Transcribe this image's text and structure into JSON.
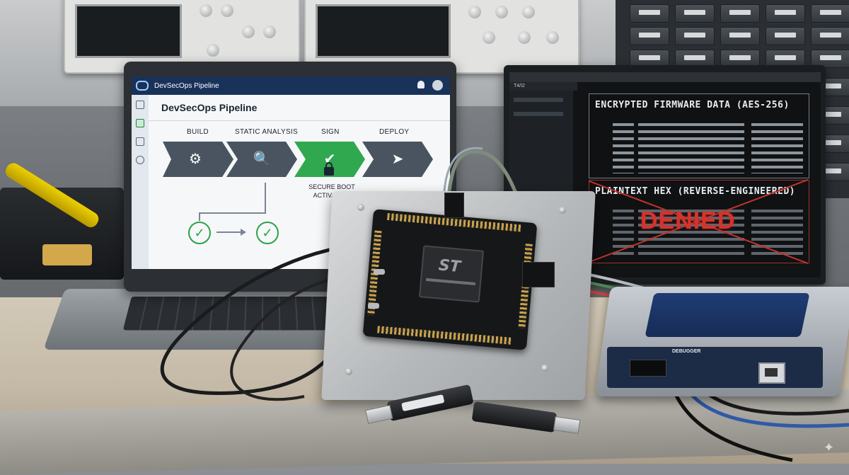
{
  "laptop_ui": {
    "topbar_title": "DevSecOps Pipeline",
    "page_title": "DevSecOps Pipeline",
    "stages": [
      {
        "label": "BUILD",
        "icon": "gear-icon",
        "color": "#4a5461"
      },
      {
        "label": "STATIC ANALYSIS",
        "icon": "document-search-icon",
        "color": "#4a5461"
      },
      {
        "label": "SIGN",
        "icon": "checkmark-icon",
        "color": "#2fa84f"
      },
      {
        "label": "DEPLOY",
        "icon": "rocket-icon",
        "color": "#4a5461"
      }
    ],
    "lock_caption": "SECURE BOOT\nACTIVATION"
  },
  "monitor_ui": {
    "tab_label": "T4/I2",
    "encrypted_heading": "ENCRYPTED FIRMWARE DATA (AES-256)",
    "plaintext_heading": "PLAINTEXT HEX (REVERSE-ENGINEERED)",
    "denied_text": "DENIED"
  },
  "hardware": {
    "debugger_label": "DEBUGGER"
  },
  "colors": {
    "pipeline_accent": "#2fa84f",
    "topbar": "#19325a",
    "denied_red": "#d8322b",
    "debugger_blue": "#1f3c74"
  }
}
